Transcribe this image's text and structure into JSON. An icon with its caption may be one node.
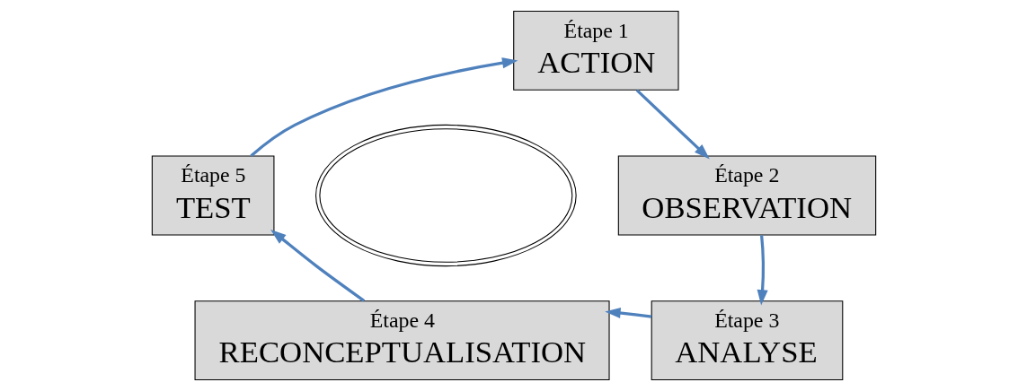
{
  "diagram": {
    "nodes": [
      {
        "text": [
          "Étape 1",
          "ACTION"
        ]
      },
      {
        "text": [
          "Étape 2",
          "OBSERVATION"
        ]
      },
      {
        "text": [
          "Étape 3",
          "ANALYSE"
        ]
      },
      {
        "text": [
          "Étape 4",
          "RECONCEPTUALISATION"
        ]
      },
      {
        "text": [
          "Étape 5",
          "TEST"
        ]
      },
      {
        "text": [],
        "shape": "ring"
      }
    ],
    "edges": [
      {
        "from": 0,
        "to": 1,
        "arrow": "to"
      },
      {
        "from": 1,
        "to": 2,
        "arrow": "to"
      },
      {
        "from": 2,
        "to": 3,
        "arrow": "to"
      },
      {
        "from": 3,
        "to": 4,
        "arrow": "to"
      },
      {
        "from": 4,
        "to": 0,
        "arrow": "to"
      }
    ]
  }
}
